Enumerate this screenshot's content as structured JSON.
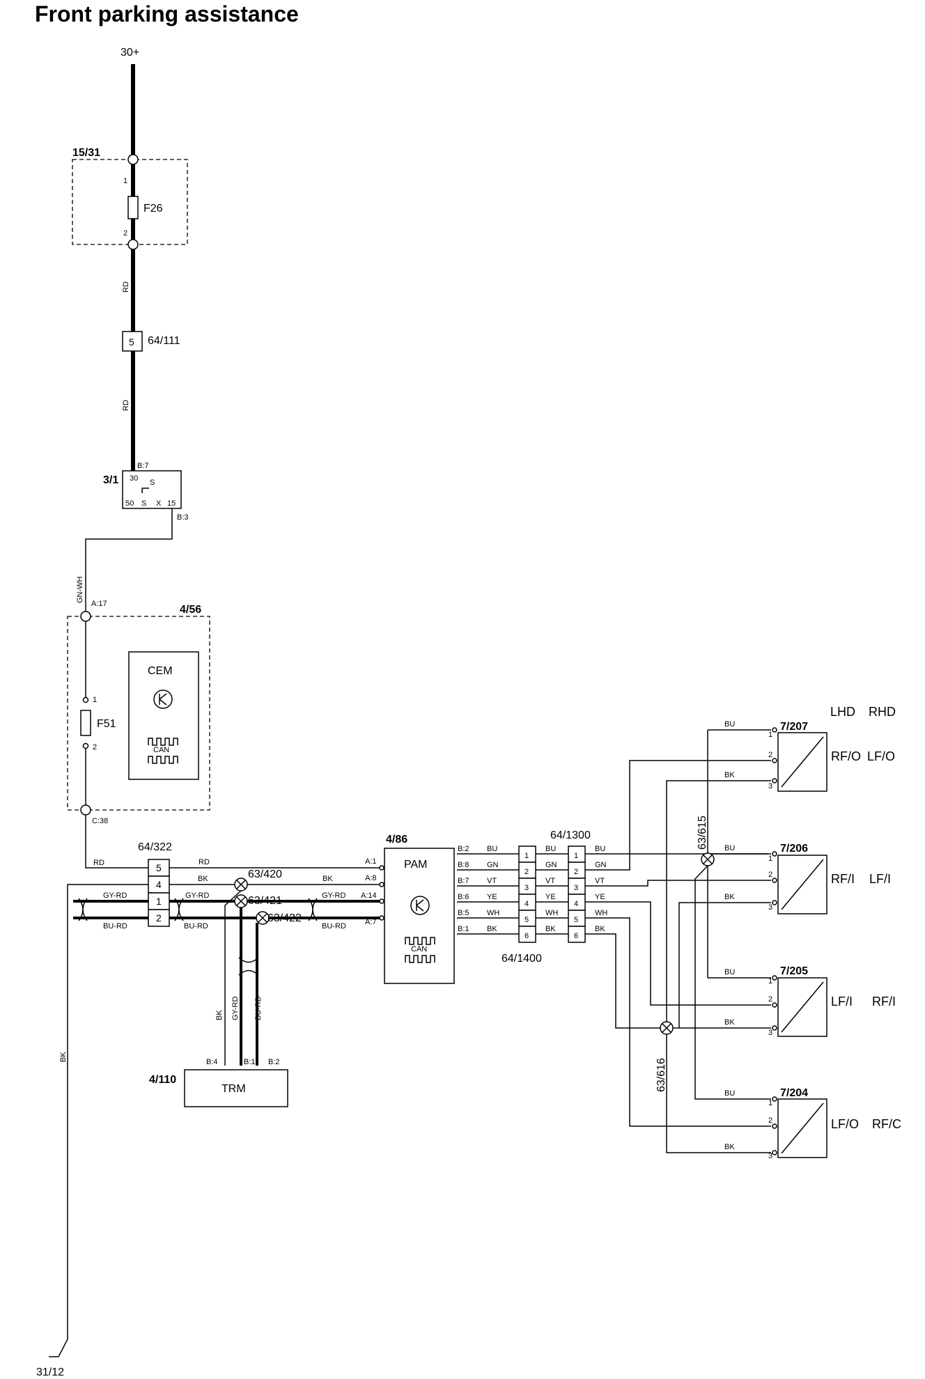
{
  "title": "Front parking assistance",
  "supply": "30+",
  "ground": "31/12",
  "fuse_box": {
    "id": "15/31",
    "fuse": "F26",
    "pin1": "1",
    "pin2": "2"
  },
  "connector_64_111": {
    "id": "64/111",
    "pin": "5"
  },
  "ignition": {
    "id": "3/1",
    "pin_top": "B:7",
    "pin_bottom": "B:3",
    "term30": "30",
    "term_s_top": "S",
    "terms": [
      "50",
      "S",
      "X",
      "15"
    ]
  },
  "cem": {
    "id": "4/56",
    "name": "CEM",
    "can": "CAN",
    "fuse": "F51",
    "pin_in": "A:17",
    "pin_out": "C:38",
    "fuse_pin1": "1",
    "fuse_pin2": "2"
  },
  "connector_64_322": {
    "id": "64/322",
    "pins": [
      "5",
      "4",
      "1",
      "2"
    ]
  },
  "pam": {
    "id": "4/86",
    "name": "PAM",
    "can": "CAN",
    "left_pins": [
      "A:1",
      "A:8",
      "A:14",
      "A:7"
    ],
    "right_pins": [
      "B:2",
      "B:8",
      "B:7",
      "B:6",
      "B:5",
      "B:1"
    ]
  },
  "trm": {
    "id": "4/110",
    "name": "TRM",
    "pins": [
      "B:4",
      "B:1",
      "B:2"
    ]
  },
  "splices": {
    "s420": "63/420",
    "s421": "63/421",
    "s422": "63/422",
    "s615": "63/615",
    "s616": "63/616"
  },
  "connector_64_1400": {
    "id": "64/1400",
    "pins": [
      "1",
      "2",
      "3",
      "4",
      "5",
      "6"
    ]
  },
  "connector_64_1300": {
    "id": "64/1300",
    "pins": [
      "1",
      "2",
      "3",
      "4",
      "5",
      "6"
    ]
  },
  "wire_colors": {
    "rd": "RD",
    "gnwh": "GN-WH",
    "bk": "BK",
    "gyrd": "GY-RD",
    "burd": "BU-RD",
    "bu": "BU",
    "gn": "GN",
    "vt": "VT",
    "ye": "YE",
    "wh": "WH"
  },
  "sensor_header": {
    "lhd": "LHD",
    "rhd": "RHD"
  },
  "sensors": [
    {
      "id": "7/207",
      "lhd": "RF/O",
      "rhd": "LF/O",
      "pins": [
        "1",
        "2",
        "3"
      ]
    },
    {
      "id": "7/206",
      "lhd": "RF/I",
      "rhd": "LF/I",
      "pins": [
        "1",
        "2",
        "3"
      ]
    },
    {
      "id": "7/205",
      "lhd": "LF/I",
      "rhd": "RF/I",
      "pins": [
        "1",
        "2",
        "3"
      ]
    },
    {
      "id": "7/204",
      "lhd": "LF/O",
      "rhd": "RF/C",
      "pins": [
        "1",
        "2",
        "3"
      ]
    }
  ]
}
